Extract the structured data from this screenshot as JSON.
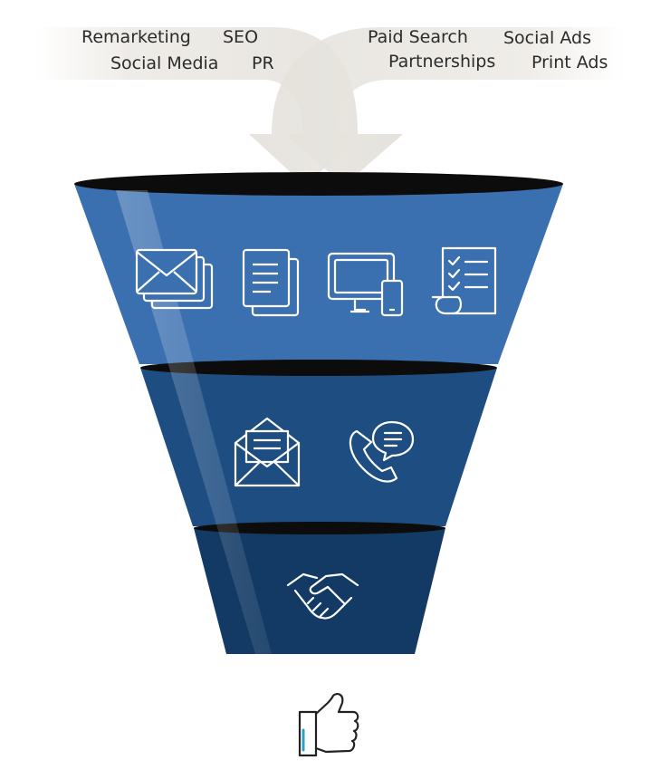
{
  "left_channels": {
    "remarketing": "Remarketing",
    "seo": "SEO",
    "social_media": "Social Media",
    "pr": "PR"
  },
  "right_channels": {
    "paid_search": "Paid Search",
    "social_ads": "Social Ads",
    "partnerships": "Partnerships",
    "print_ads": "Print Ads"
  },
  "colors": {
    "tier_top": "#3a6fb0",
    "tier_middle": "#1e4d82",
    "tier_bottom": "#123a64",
    "rim": "#0c0c0c",
    "arrow": "#ece9e4",
    "icon_stroke": "#ffffff"
  },
  "icons": {
    "top": [
      "envelopes-icon",
      "documents-icon",
      "monitor-phone-icon",
      "checklist-icon"
    ],
    "middle": [
      "open-letter-icon",
      "phone-chat-icon"
    ],
    "bottom": [
      "handshake-icon"
    ],
    "result": "thumbs-up-icon"
  }
}
